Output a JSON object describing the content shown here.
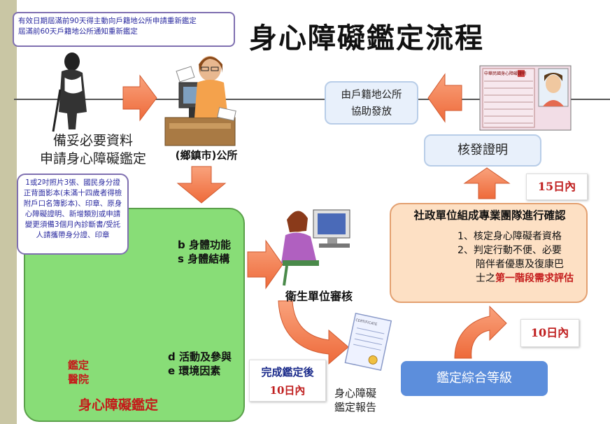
{
  "title": "身心障礙鑑定流程",
  "note_top": {
    "line1": "有效日期屆滿前90天得主動向戶籍地公所申請重新鑑定",
    "line2": "屆滿前60天戶籍地公所通知重新鑑定"
  },
  "note_docs": "1或2吋照片3張、國民身分證正背面影本(未滿十四歲者得檢附戶口名簿影本)、印章、原身心障礙證明、新增類別或申請變更須備3個月內診斷書/受託人請攜帶身分證、印章",
  "step_prepare": {
    "line1": "備妥必要資料",
    "line2": "申請身心障礙鑑定"
  },
  "step_office": "(鄉鎮市)公所",
  "hospital": {
    "line1": "鑑定",
    "line2": "醫院"
  },
  "green_title": "身心障礙鑑定",
  "body_items": {
    "line1": "b 身體功能",
    "line2": "s 身體結構"
  },
  "activity_items": {
    "line1": "d 活動及參與",
    "line2": "e 環境因素"
  },
  "health_review": "衛生單位審核",
  "report": {
    "line1": "身心障礙",
    "line2": "鑑定報告"
  },
  "report_doc_label": "CERTIFICATE",
  "after_done": {
    "line1": "完成鑑定後",
    "line2": "10日內"
  },
  "grade_box": "鑑定綜合等級",
  "days_10": "10日內",
  "days_15": "15日內",
  "social_title": "社政單位組成專業團隊進行確認",
  "social_item1": "1、核定身心障礙者資格",
  "social_item2_a": "2、判定行動不便、必要",
  "social_item2_b": "陪伴者優惠及復康巴",
  "social_item2_c": "士之",
  "social_item2_red": "第一階段需求評估",
  "issue": "核發證明",
  "assist": {
    "line1": "由戶籍地公所",
    "line2": "協助發放"
  },
  "card_text": "中華民國身心障礙證明",
  "colors": {
    "arrow": "#f58a5a",
    "green": "#88dd77",
    "red": "#c41a1a",
    "blue": "#5c8edc"
  }
}
